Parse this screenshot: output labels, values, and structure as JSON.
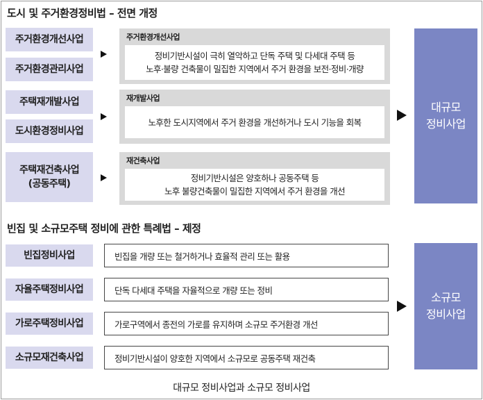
{
  "section1": {
    "title": "도시 및 주거환경정비법 – 전면 개정",
    "left_items": [
      "주거환경개선사업",
      "주거환경관리사업",
      "주택재개발사업",
      "도시환경정비사업",
      "주택재건축사업",
      "(공동주택)"
    ],
    "details": [
      {
        "title": "주거환경개선사업",
        "lines": [
          "정비기반시설이 극히 열악하고 단독 주택 및 다세대 주택 등",
          "노후·불량 건축물이 밀집한 지역에서 주거 환경을 보전·정비·개량"
        ]
      },
      {
        "title": "재개발사업",
        "lines": [
          "노후한 도시지역에서 주거 환경을 개선하거나 도시 기능을 회복"
        ]
      },
      {
        "title": "재건축사업",
        "lines": [
          "정비기반시설은 양호하나 공동주택 등",
          "노후 불량건축물이 밀집한 지역에서 주거 환경을 개선"
        ]
      }
    ],
    "result": [
      "대규모",
      "정비사업"
    ]
  },
  "section2": {
    "title": "빈집 및 소규모주택 정비에 관한 특례법 – 제정",
    "rows": [
      {
        "label": "빈집정비사업",
        "desc": "빈집을 개량 또는 철거하거나 효율적 관리 또는 활용"
      },
      {
        "label": "자율주택정비사업",
        "desc": "단독 다세대 주택을 자율적으로 개량 또는 정비"
      },
      {
        "label": "가로주택정비사업",
        "desc": "가로구역에서 종전의 가로를 유지하며 소규모 주거환경 개선"
      },
      {
        "label": "소규모재건축사업",
        "desc": "정비기반시설이 양호한 지역에서 소규모로 공동주택 재건축"
      }
    ],
    "result": [
      "소규모",
      "정비사업"
    ]
  },
  "caption": "대규모 정비사업과 소규모 정비사업",
  "colors": {
    "pill": "#d9d9ee",
    "gray_box": "#d9d9d9",
    "result_box": "#7b86c4"
  }
}
